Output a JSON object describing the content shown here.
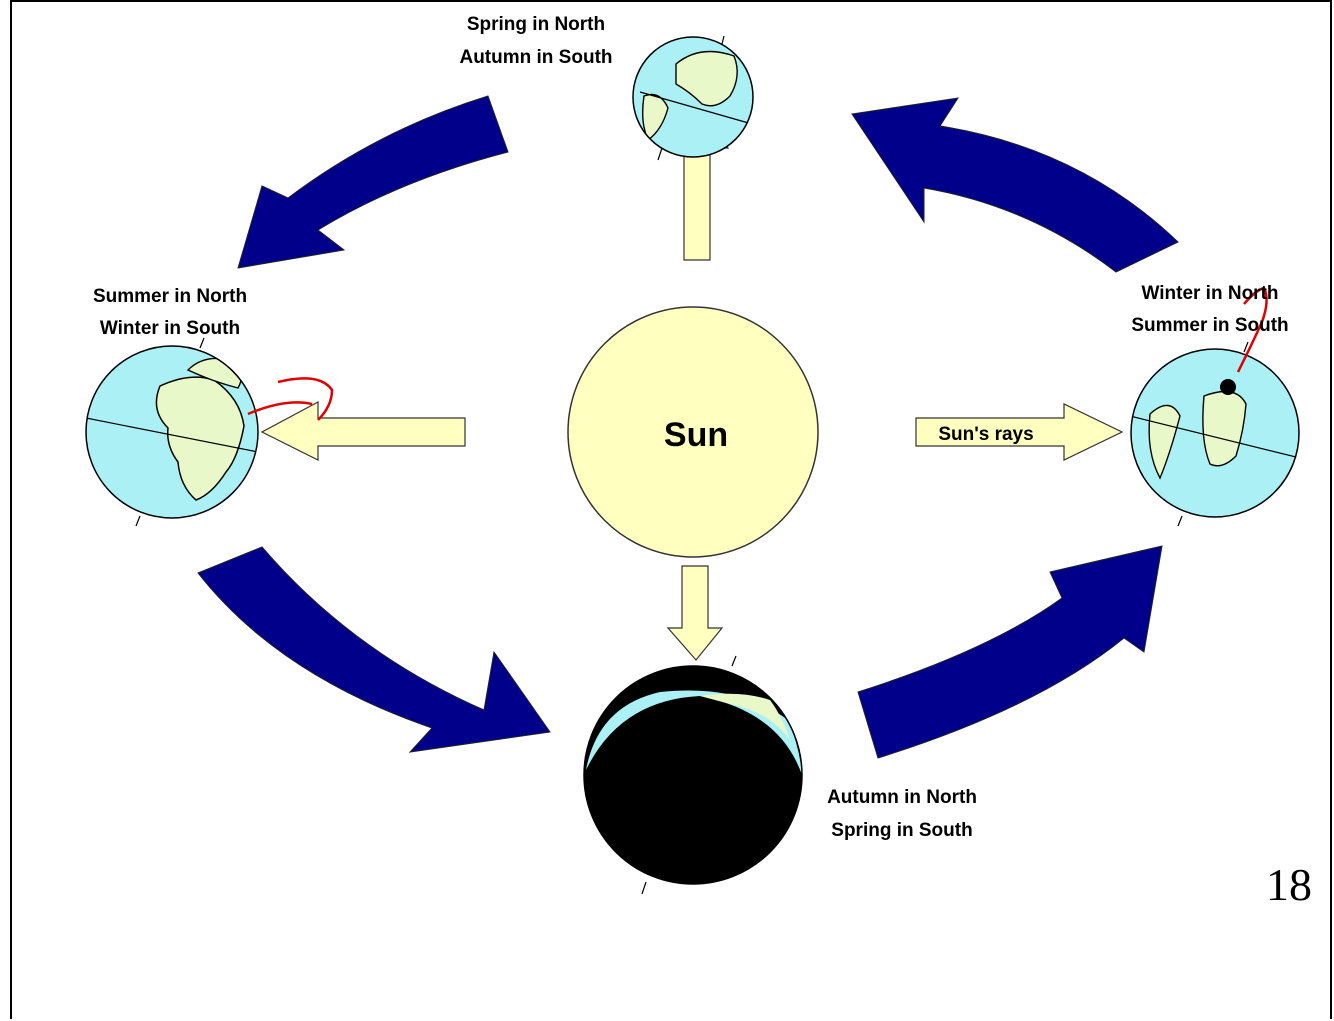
{
  "labels": {
    "spring_top_1": "Spring in North",
    "spring_top_2": "Autumn in South",
    "summer_left_1": "Summer in North",
    "summer_left_2": "Winter in South",
    "winter_right_1": "Winter in North",
    "winter_right_2": "Summer in South",
    "autumn_bottom_1": "Autumn in North",
    "autumn_bottom_2": "Spring in South",
    "sun": "Sun",
    "sun_rays": "Sun's rays"
  },
  "slide_number": "18",
  "colors": {
    "sun": "#ffffc0",
    "ray_arrow": "#ffffc0",
    "orbit_arrow": "#00008b",
    "ocean": "#aaf0f5",
    "land": "#e8f8c8",
    "night": "#000000",
    "annotation": "#e00000"
  }
}
